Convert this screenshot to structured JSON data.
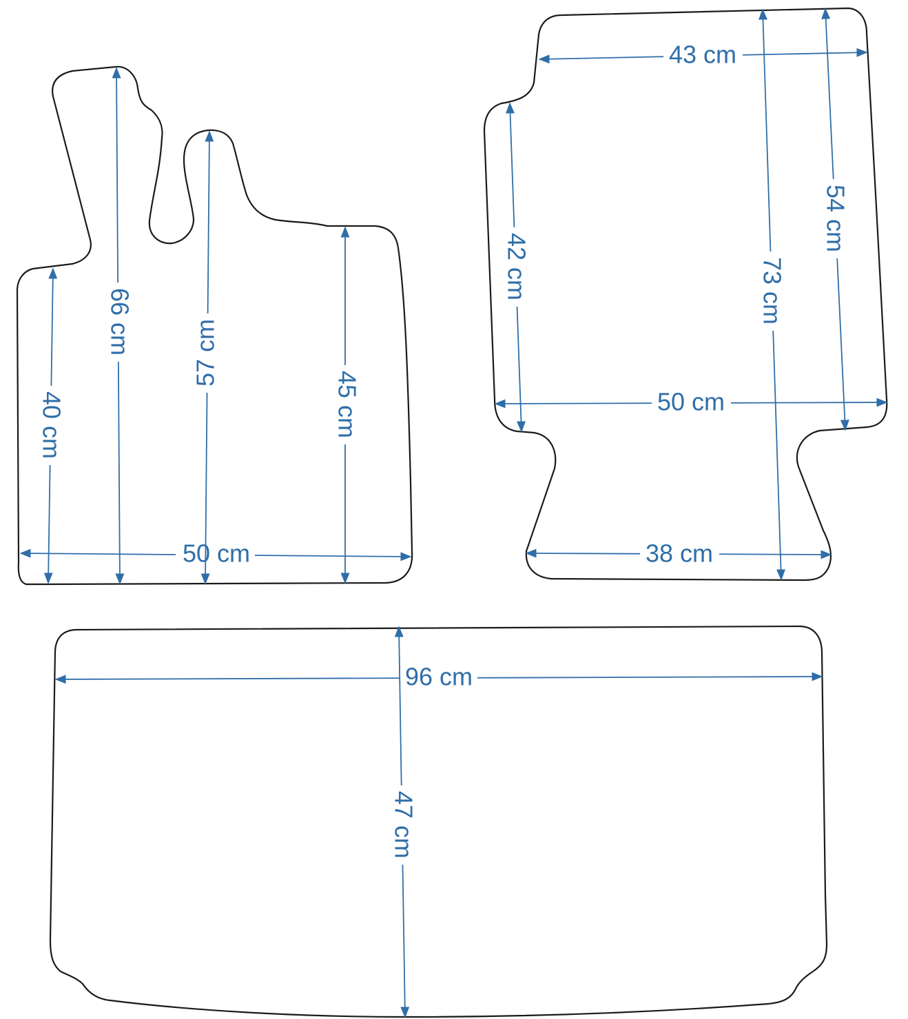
{
  "colors": {
    "dimension": "#2f6ea8",
    "outline": "#1a1a1a",
    "background": "#ffffff"
  },
  "mats": {
    "driver": {
      "width_label": "50 cm",
      "height_left_label": "40 cm",
      "height_pedal_label": "66 cm",
      "height_middle_label": "57 cm",
      "height_right_label": "45 cm"
    },
    "passenger": {
      "top_width_label": "43 cm",
      "middle_width_label": "50 cm",
      "bottom_width_label": "38 cm",
      "left_height_label": "42 cm",
      "total_height_label": "73 cm",
      "right_height_label": "54 cm"
    },
    "rear": {
      "width_label": "96 cm",
      "height_label": "47 cm"
    }
  }
}
